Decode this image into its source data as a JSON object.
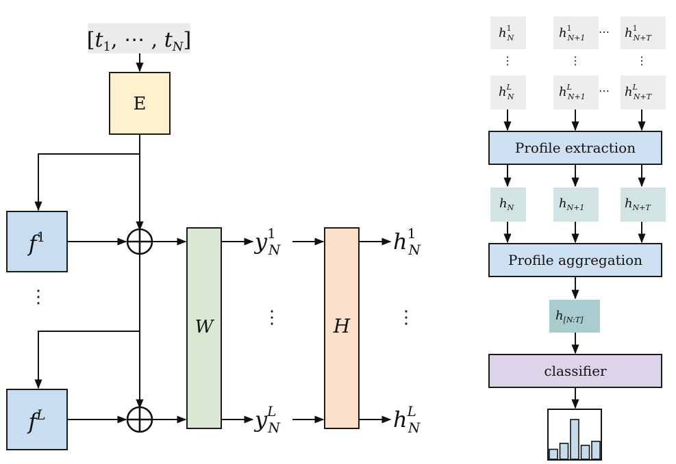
{
  "colors": {
    "input_bg": "#ebebeb",
    "encoder": "#fff1cc",
    "layer": "#c9ddf0",
    "weight": "#d8e8d3",
    "head": "#fbe0c9",
    "token_bg": "#ededed",
    "profile_box": "#cfe0f3",
    "profile_vec": "#d2e3e4",
    "aggregate_vec": "#a9cdcf",
    "classifier": "#ddd4ea",
    "hist_bar": "#c5dcee"
  },
  "left": {
    "input": {
      "open": "[",
      "t": "t",
      "sub1": "1",
      "mid": ", ⋯ , ",
      "subN": "N",
      "close": "]"
    },
    "encoder": {
      "label": "E"
    },
    "layers": [
      {
        "f": "f",
        "sup": "1"
      },
      {
        "f": "f",
        "sup": "L"
      }
    ],
    "layers_ellipsis": "⋮",
    "weight": {
      "label": "W"
    },
    "head": {
      "label": "H"
    },
    "outputs_y": [
      {
        "base": "y",
        "sup": "1",
        "sub": "N"
      },
      {
        "base": "y",
        "sup": "L",
        "sub": "N"
      }
    ],
    "outputs_h": [
      {
        "base": "h",
        "sup": "1",
        "sub": "N"
      },
      {
        "base": "h",
        "sup": "L",
        "sub": "N"
      }
    ],
    "mid_ellipsis": "⋮",
    "plus_symbol": "⊕"
  },
  "right": {
    "tokens_top": [
      {
        "base": "h",
        "sup": "1",
        "sub": "N"
      },
      {
        "base": "h",
        "sup": "1",
        "sub": "N+1"
      },
      {
        "base": "h",
        "sup": "1",
        "sub": "N+T"
      }
    ],
    "tokens_bottom": [
      {
        "base": "h",
        "sup": "L",
        "sub": "N"
      },
      {
        "base": "h",
        "sup": "L",
        "sub": "N+1"
      },
      {
        "base": "h",
        "sup": "L",
        "sub": "N+T"
      }
    ],
    "h_ellipsis": "⋯",
    "v_ellipsis": "⋮",
    "profile_extraction": "Profile extraction",
    "profiles": [
      {
        "base": "h",
        "sub": "N"
      },
      {
        "base": "h",
        "sub": "N+1"
      },
      {
        "base": "h",
        "sub": "N+T"
      }
    ],
    "profile_aggregation": "Profile aggregation",
    "aggregate": {
      "base": "h",
      "sub": "[N:T]"
    },
    "classifier": "classifier",
    "histogram_values": [
      0.25,
      0.4,
      1.0,
      0.35,
      0.45
    ]
  }
}
